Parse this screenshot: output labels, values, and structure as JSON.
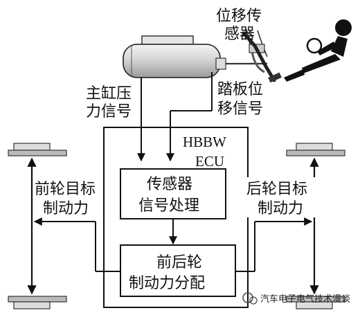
{
  "labels": {
    "sensor_line1": "位移传",
    "sensor_line2": "感器",
    "master_line1": "主缸压",
    "master_line2": "力信号",
    "pedal_line1": "踏板位",
    "pedal_line2": "移信号",
    "ecu_line1": "HBBW",
    "ecu_line2": "ECU",
    "proc_line1": "传感器",
    "proc_line2": "信号处理",
    "dist_line1": "前后轮",
    "dist_line2": "制动力分配",
    "front_line1": "前轮目标",
    "front_line2": "制动力",
    "rear_line1": "后轮目标",
    "rear_line2": "制动力"
  },
  "watermark": "汽车电子电气技术漫谈"
}
